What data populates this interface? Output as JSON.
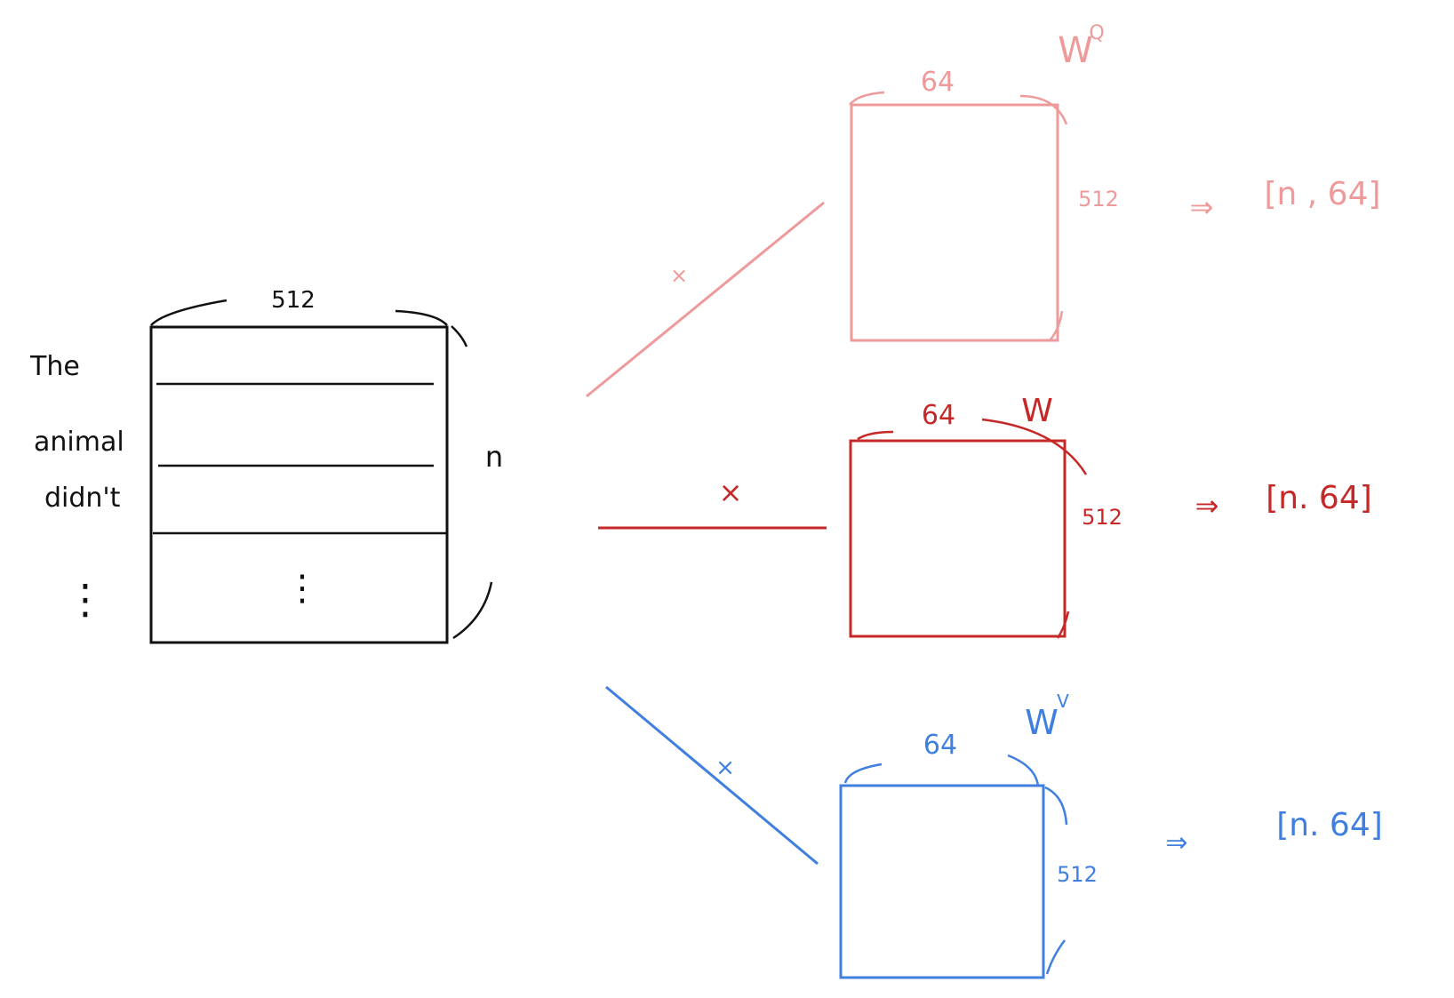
{
  "colors": {
    "ink": "#111111",
    "query": "#ef9a9a",
    "key": "#c62828",
    "value": "#3f7fe0"
  },
  "input_matrix": {
    "width_label": "512",
    "height_label": "n",
    "row_labels": [
      "The",
      "animal",
      "didn't"
    ],
    "ellipsis": "⋮"
  },
  "weights": {
    "query": {
      "name": "W",
      "superscript": "Q",
      "width_label": "64",
      "height_label": "512",
      "operator": "×",
      "arrow": "⇒",
      "result": "[n , 64]"
    },
    "key": {
      "name": "W",
      "superscript": "",
      "width_label": "64",
      "height_label": "512",
      "operator": "×",
      "arrow": "⇒",
      "result": "[n. 64]"
    },
    "value": {
      "name": "W",
      "superscript": "V",
      "width_label": "64",
      "height_label": "512",
      "operator": "×",
      "arrow": "⇒",
      "result": "[n. 64]"
    }
  }
}
